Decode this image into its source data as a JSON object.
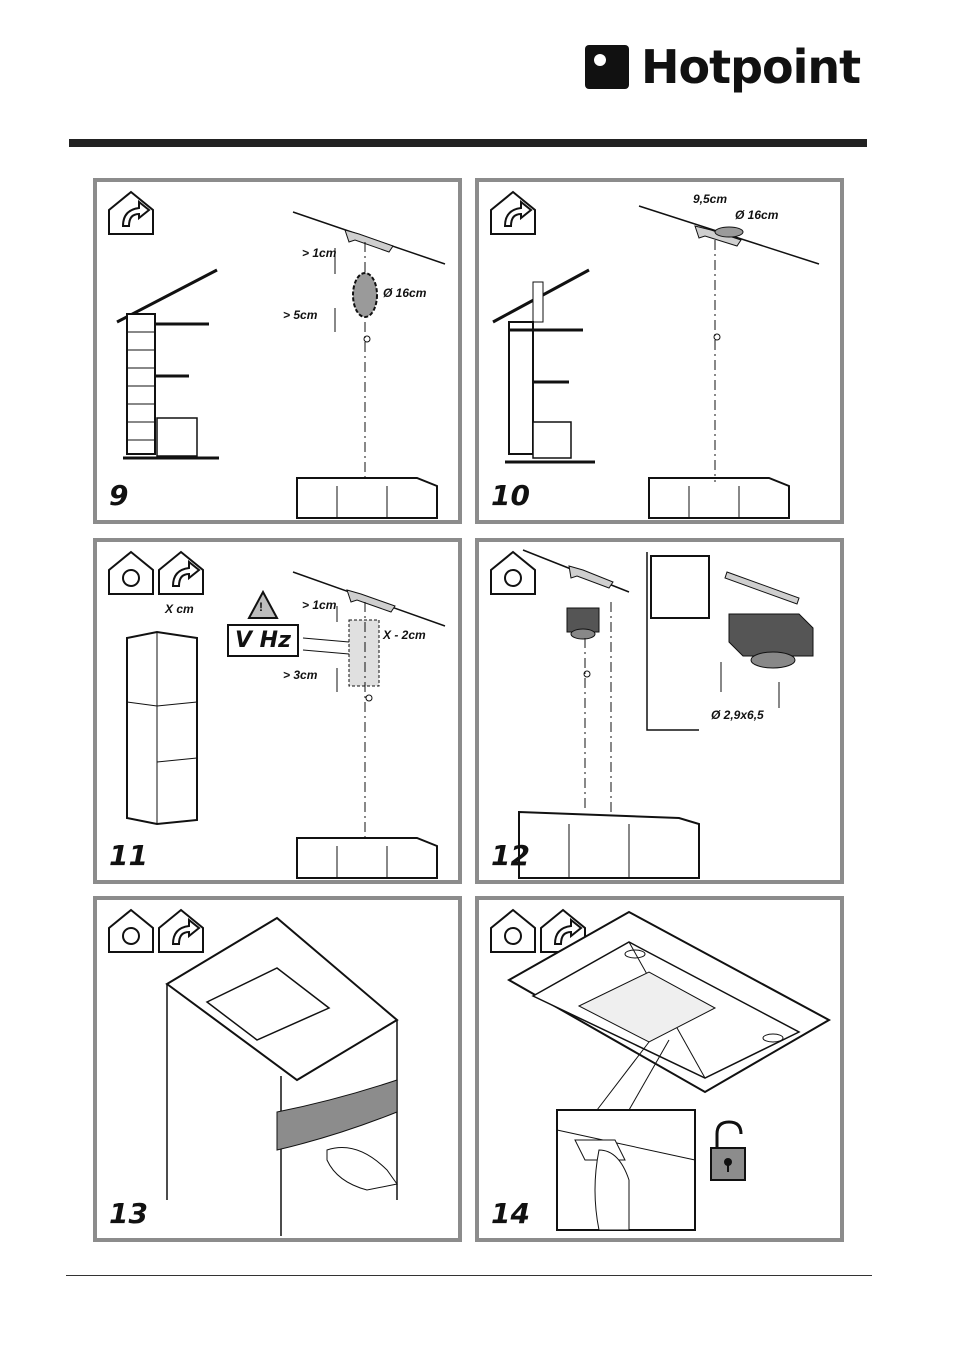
{
  "brand": {
    "name": "Hotpoint"
  },
  "panels": [
    {
      "number": "9",
      "labels": {
        "top_gap": "> 1cm",
        "bottom_gap": "> 5cm",
        "diameter": "Ø 16cm"
      }
    },
    {
      "number": "10",
      "labels": {
        "offset": "9,5cm",
        "diameter": "Ø 16cm"
      }
    },
    {
      "number": "11",
      "labels": {
        "width": "X cm",
        "top_gap": "> 1cm",
        "socket_width": "X - 2cm",
        "bottom_gap": "> 3cm",
        "warning_text": "V  Hz",
        "warning_symbol": "!"
      }
    },
    {
      "number": "12",
      "labels": {
        "screw": "Ø 2,9x6,5"
      }
    },
    {
      "number": "13",
      "labels": {}
    },
    {
      "number": "14",
      "labels": {}
    }
  ],
  "icons": {
    "ducted": "ducted-mode-icon",
    "recirculation": "recirculation-mode-icon",
    "unlock": "unlock-padlock-icon",
    "warning": "warning-triangle-icon"
  }
}
